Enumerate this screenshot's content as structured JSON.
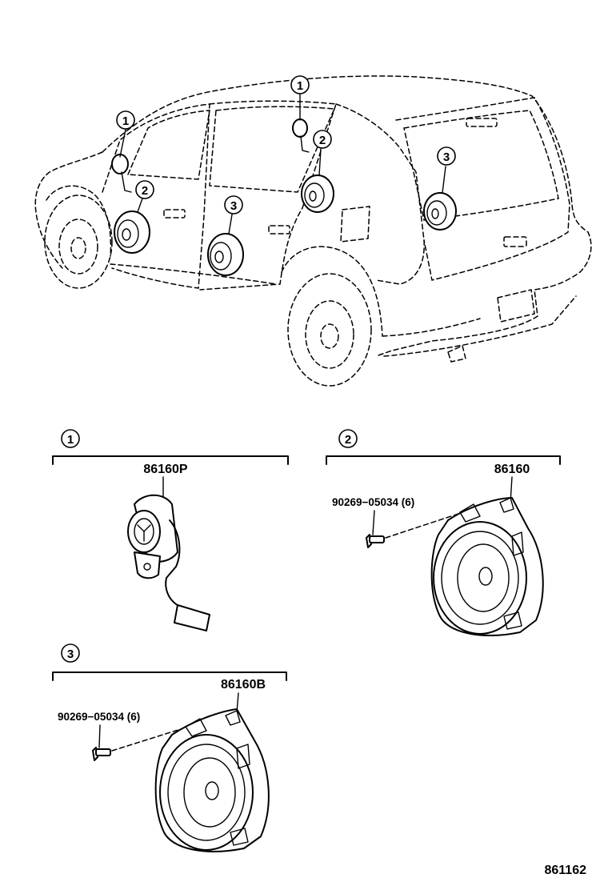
{
  "callouts": {
    "c1": "1",
    "c2": "2",
    "c3": "3"
  },
  "parts": {
    "p1": "86160P",
    "p2": "86160",
    "p3": "86160B",
    "screw2": "90269−05034 (6)",
    "screw3": "90269−05034 (6)"
  },
  "figure_id": "861162"
}
